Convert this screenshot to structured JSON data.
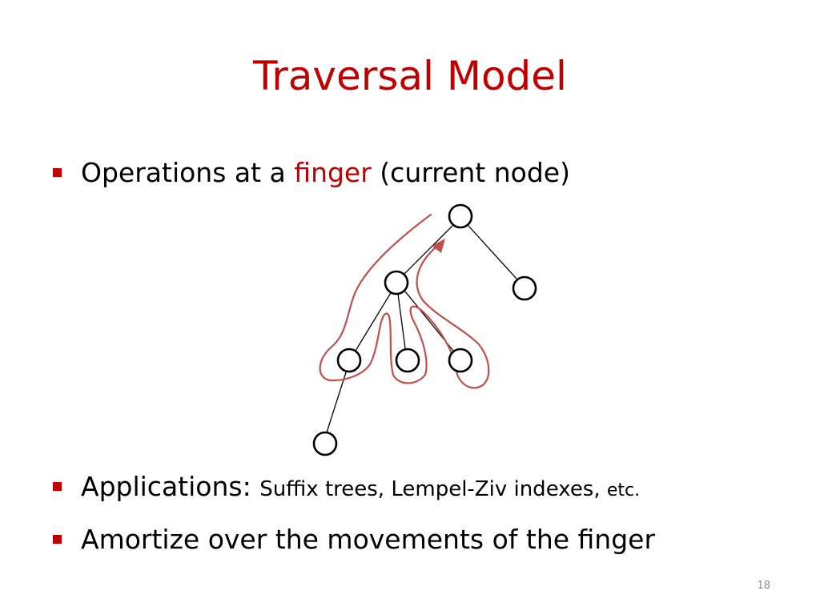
{
  "title": "Traversal Model",
  "bullets": [
    {
      "pre": "Operations at a ",
      "highlight": "finger",
      "post": " (current node)"
    },
    {
      "main": "Applications: ",
      "detail": "Suffix trees, Lempel-Ziv indexes, ",
      "etc": "etc."
    },
    {
      "text": "Amortize over the movements of the finger"
    }
  ],
  "slide_number": "18",
  "colors": {
    "accent": "#c00000",
    "path": "#c0504d",
    "text": "#000000"
  }
}
